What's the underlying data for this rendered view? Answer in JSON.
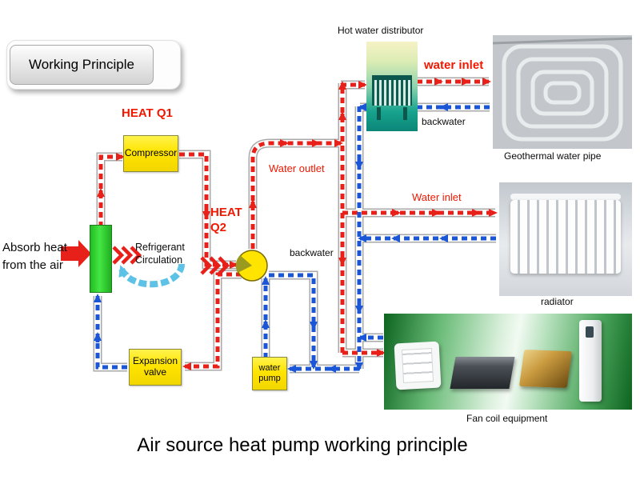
{
  "header": {
    "working_principle": "Working Principle"
  },
  "caption": "Air source heat pump working principle",
  "components": {
    "compressor": "Compressor",
    "expansion_valve": "Expansion valve",
    "water_pump": "water pump"
  },
  "labels": {
    "heat_q1": "HEAT  Q1",
    "heat_q2": "HEAT Q2",
    "absorb_heat": "Absorb heat from the air",
    "refrigerant_circulation": "Refrigerant Circulation",
    "water_outlet": "Water outlet",
    "hot_water_distributor": "Hot water distributor",
    "water_inlet_top": "water inlet",
    "backwater_top": "backwater",
    "geothermal_water_pipe": "Geothermal water pipe",
    "water_inlet_mid": "Water inlet",
    "backwater_mid": "backwater",
    "radiator": "radiator",
    "fan_coil_equipment": "Fan coil equipment"
  },
  "colors": {
    "hot_flow": "#e8201a",
    "cold_flow": "#1a56d6",
    "refrigerant_arc": "#5ec1e6",
    "component_yellow": "#ffe400",
    "evaporator_green": "#2fd32f",
    "label_red": "#f01800"
  }
}
